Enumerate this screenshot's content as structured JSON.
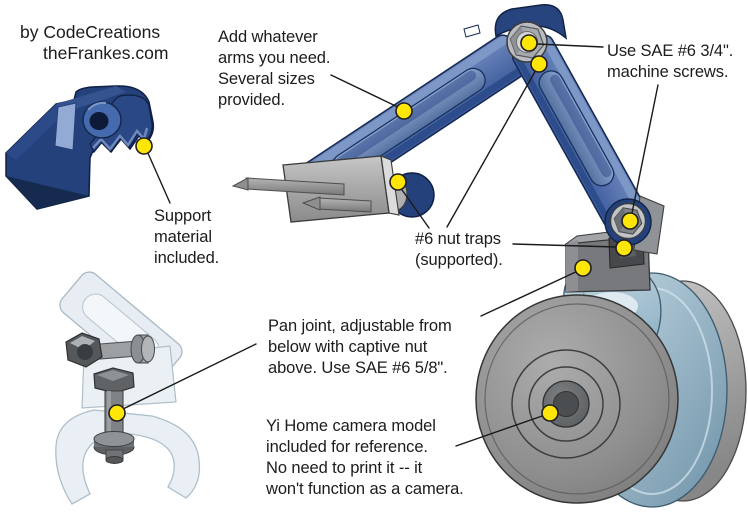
{
  "credit": {
    "line1": "by CodeCreations",
    "line2": "theFrankes.com"
  },
  "callouts": {
    "arms": "Add whatever\narms you need.\nSeveral sizes\nprovided.",
    "machine_screws": "Use SAE #6 3/4\".\nmachine screws.",
    "nut_traps": "#6 nut traps\n(supported).",
    "support_material": "Support\nmaterial\nincluded.",
    "pan_joint": "Pan joint, adjustable from\nbelow with captive nut\nabove. Use SAE #6 5/8\".",
    "camera_model": "Yi Home camera model\nincluded for reference.\nNo need to print it -- it\nwon't function as a camera."
  },
  "colors": {
    "background": "#ffffff",
    "text": "#1c1c1c",
    "marker_fill": "#ffe606",
    "marker_stroke": "#1f1f1f",
    "leader_line": "#1a1a1a",
    "arm_blue": "#4a69a8",
    "arm_navy": "#203a6f",
    "hardware_gray": "#9b9b9b",
    "camera_gray": "#8c8c8c",
    "holder_blue": "#9dbbcd",
    "ghost_part": "#e8eef3"
  }
}
